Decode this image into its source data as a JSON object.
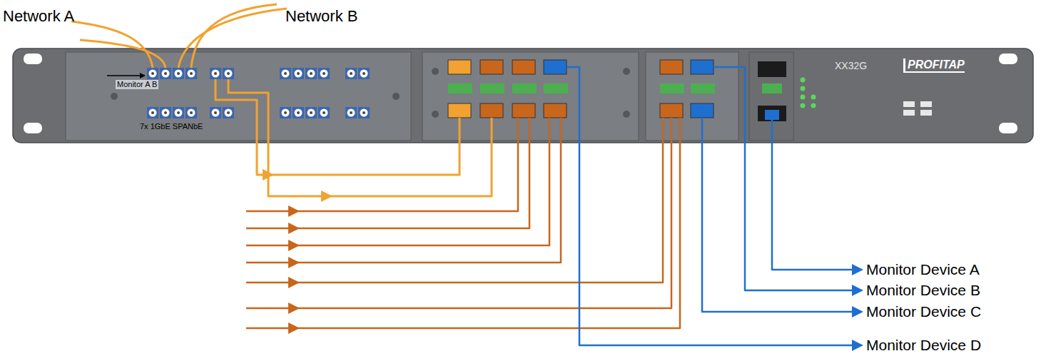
{
  "diagram": {
    "nodes": [
      {
        "text": [
          "XX32G",
          "PROFITAP"
        ]
      }
    ],
    "labels": [
      "Network A",
      "Network B",
      "Monitor A B",
      "7x 1GbE SPANbE",
      "Monitor Device A",
      "Monitor Device B",
      "Monitor Device C",
      "Monitor Device D"
    ]
  }
}
